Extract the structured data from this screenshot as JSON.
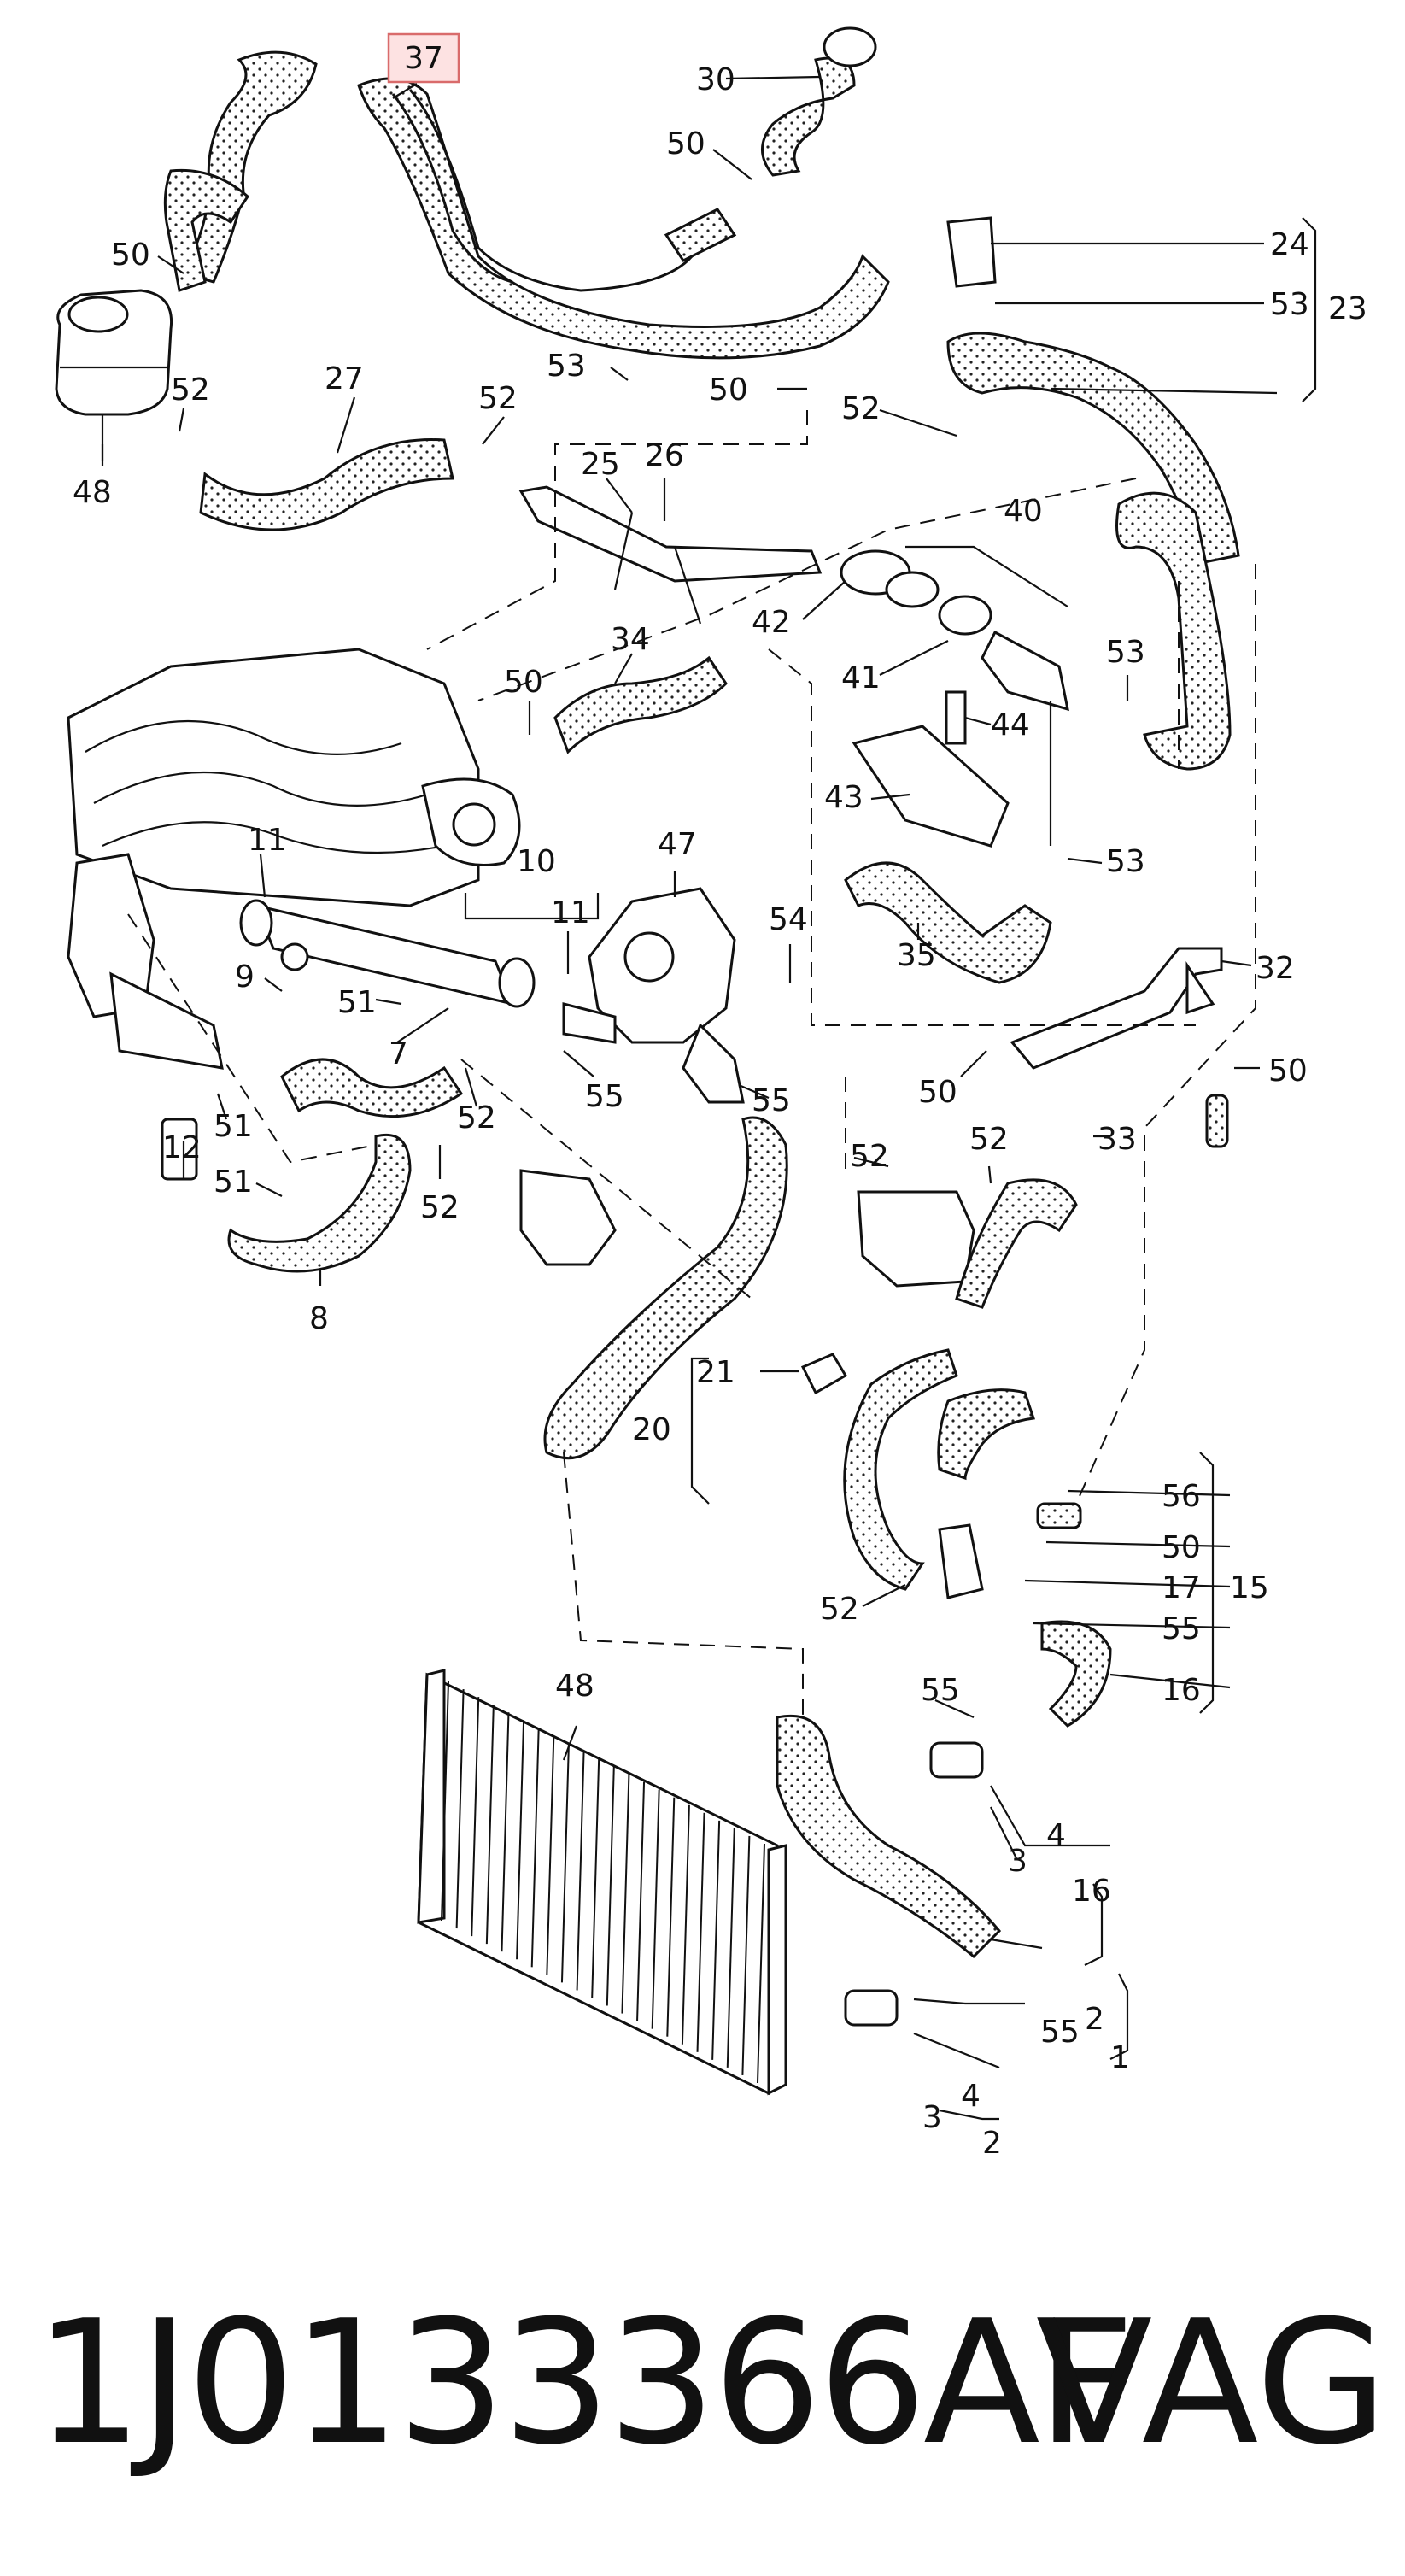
{
  "diagram": {
    "highlighted_callout": "37",
    "callouts": [
      {
        "id": "c37",
        "text": "37"
      },
      {
        "id": "c30",
        "text": "30"
      },
      {
        "id": "c50a",
        "text": "50"
      },
      {
        "id": "c50b",
        "text": "50"
      },
      {
        "id": "c24",
        "text": "24"
      },
      {
        "id": "c53a",
        "text": "53"
      },
      {
        "id": "c23",
        "text": "23"
      },
      {
        "id": "c27",
        "text": "27"
      },
      {
        "id": "c52a",
        "text": "52"
      },
      {
        "id": "c52b",
        "text": "52"
      },
      {
        "id": "c53b",
        "text": "53"
      },
      {
        "id": "c50c",
        "text": "50"
      },
      {
        "id": "c52c",
        "text": "52"
      },
      {
        "id": "c48a",
        "text": "48"
      },
      {
        "id": "c25",
        "text": "25"
      },
      {
        "id": "c26",
        "text": "26"
      },
      {
        "id": "c40",
        "text": "40"
      },
      {
        "id": "c42",
        "text": "42"
      },
      {
        "id": "c34",
        "text": "34"
      },
      {
        "id": "c41",
        "text": "41"
      },
      {
        "id": "c53c",
        "text": "53"
      },
      {
        "id": "c50d",
        "text": "50"
      },
      {
        "id": "c44",
        "text": "44"
      },
      {
        "id": "c43",
        "text": "43"
      },
      {
        "id": "c53d",
        "text": "53"
      },
      {
        "id": "c11a",
        "text": "11"
      },
      {
        "id": "c10",
        "text": "10"
      },
      {
        "id": "c47",
        "text": "47"
      },
      {
        "id": "c11b",
        "text": "11"
      },
      {
        "id": "c54",
        "text": "54"
      },
      {
        "id": "c35",
        "text": "35"
      },
      {
        "id": "c9",
        "text": "9"
      },
      {
        "id": "c51a",
        "text": "51"
      },
      {
        "id": "c32",
        "text": "32"
      },
      {
        "id": "c7",
        "text": "7"
      },
      {
        "id": "c55a",
        "text": "55"
      },
      {
        "id": "c55b",
        "text": "55"
      },
      {
        "id": "c50e",
        "text": "50"
      },
      {
        "id": "c50f",
        "text": "50"
      },
      {
        "id": "c12",
        "text": "12"
      },
      {
        "id": "c51b",
        "text": "51"
      },
      {
        "id": "c52d",
        "text": "52"
      },
      {
        "id": "c52e",
        "text": "52"
      },
      {
        "id": "c52f",
        "text": "52"
      },
      {
        "id": "c33",
        "text": "33"
      },
      {
        "id": "c51c",
        "text": "51"
      },
      {
        "id": "c52g",
        "text": "52"
      },
      {
        "id": "c8",
        "text": "8"
      },
      {
        "id": "c21",
        "text": "21"
      },
      {
        "id": "c20",
        "text": "20"
      },
      {
        "id": "c56",
        "text": "56"
      },
      {
        "id": "c50g",
        "text": "50"
      },
      {
        "id": "c17",
        "text": "17"
      },
      {
        "id": "c15",
        "text": "15"
      },
      {
        "id": "c52h",
        "text": "52"
      },
      {
        "id": "c55c",
        "text": "55"
      },
      {
        "id": "c16a",
        "text": "16"
      },
      {
        "id": "c48b",
        "text": "48"
      },
      {
        "id": "c55d",
        "text": "55"
      },
      {
        "id": "c4a",
        "text": "4"
      },
      {
        "id": "c3a",
        "text": "3"
      },
      {
        "id": "c16b",
        "text": "16"
      },
      {
        "id": "c2a",
        "text": "2"
      },
      {
        "id": "c55e",
        "text": "55"
      },
      {
        "id": "c1",
        "text": "1"
      },
      {
        "id": "c4b",
        "text": "4"
      },
      {
        "id": "c3b",
        "text": "3"
      },
      {
        "id": "c2b",
        "text": "2"
      }
    ]
  },
  "footer": {
    "part_number": "1J0133366AF",
    "brand": "VAG"
  },
  "colors": {
    "highlight_fill": "#fde2e2",
    "highlight_stroke": "#d96b6b",
    "ink": "#111111"
  }
}
